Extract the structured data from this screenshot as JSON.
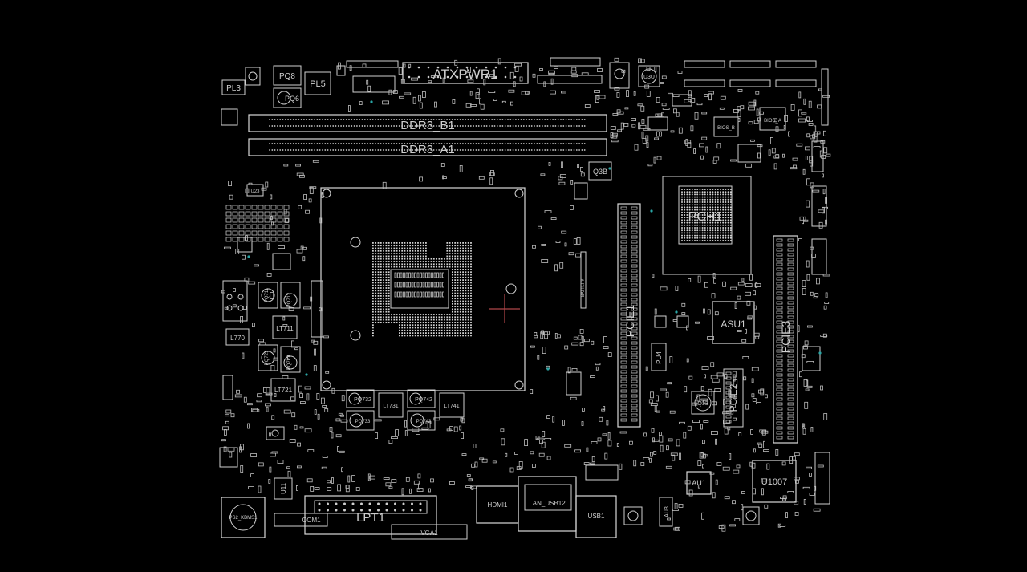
{
  "view": {
    "background": "#000000",
    "outline_color": "#d0d0d0",
    "marker_color": "#b0474a",
    "via_color": "#2aa6a6"
  },
  "labels": {
    "atxpwr1": "ATXPWR1",
    "ddr3_b1": "DDR3_B1",
    "ddr3_a1": "DDR3_A1",
    "pq8": "PQ8",
    "pl5": "PL5",
    "pl3": "PL3",
    "pq6": "PQ6",
    "u3u": "U3U",
    "q3b": "Q3B",
    "pch1": "PCH1",
    "asu1": "ASU1",
    "pcie1": "PCIE1",
    "pcie2": "PCIE2",
    "pcie3": "PCIE3",
    "pu4": "PU4",
    "q33": "Q33",
    "lt711": "LT711",
    "lt721": "LT721",
    "lt731": "LT731",
    "lt741": "LT741",
    "l770": "L770",
    "pq732": "PQ732",
    "pq733": "PQ733",
    "pq742": "PQ742",
    "pq743": "PQ743",
    "pq711": "PQ711",
    "pq712": "PQ712",
    "pq721": "PQ721",
    "pq722": "PQ722",
    "u11": "U11",
    "lpt1": "LPT1",
    "au1": "AU1",
    "au3": "AU3",
    "u1007": "U1007",
    "ps2_kbms1": "PS2_KBMS1",
    "com1": "COM1",
    "vga1": "VGA1",
    "lan_usb12": "LAN_USB12",
    "usb1": "USB1",
    "hdmi1": "HDMI1",
    "u23": "U23",
    "bios_a": "BIOS_A",
    "bios_b": "BIOS_B",
    "battery": "BATTERY"
  }
}
